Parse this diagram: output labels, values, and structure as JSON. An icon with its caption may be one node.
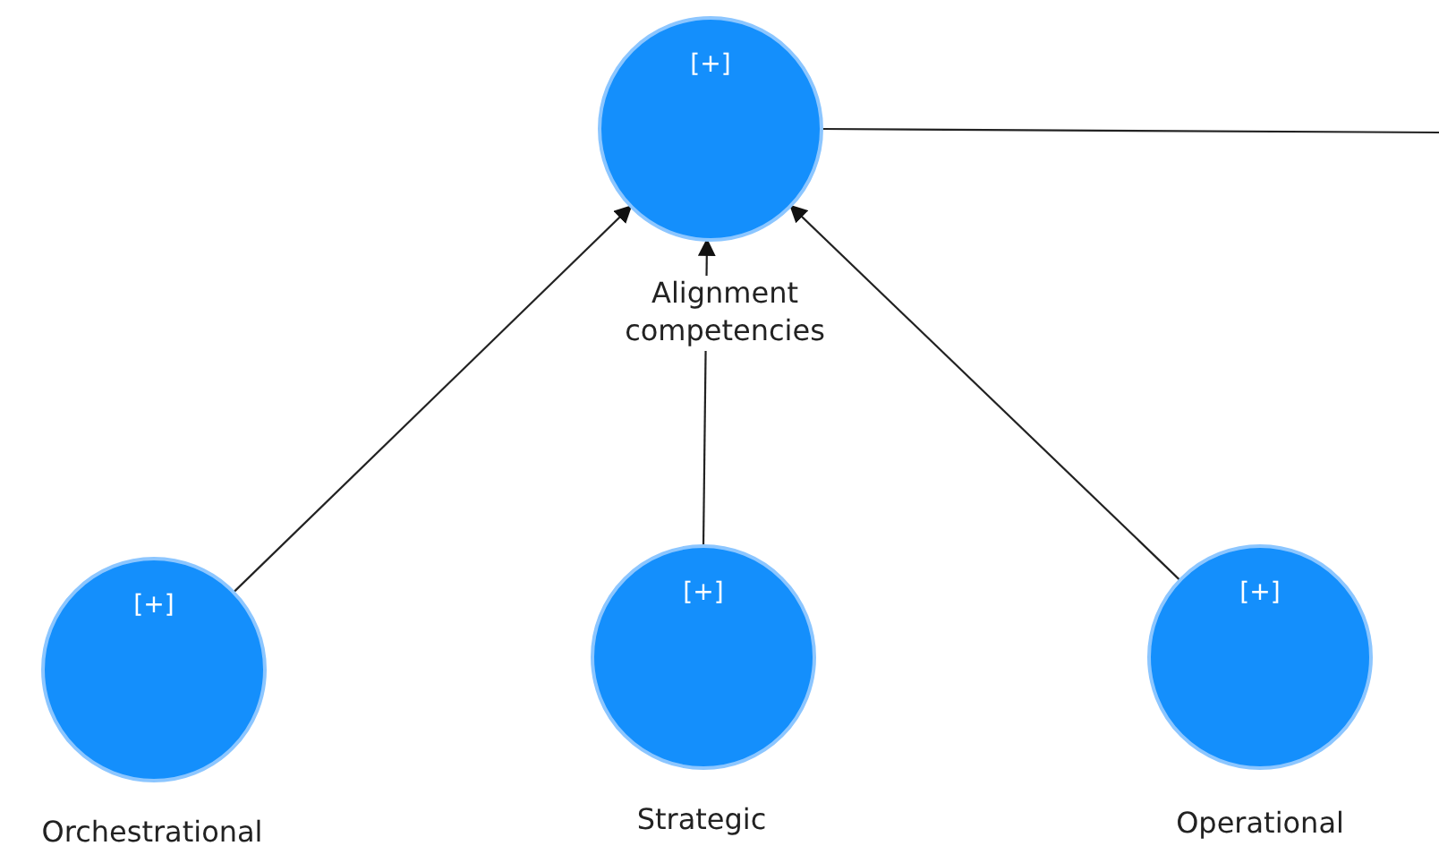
{
  "diagram": {
    "nodes": [
      {
        "text": [
          "[+]",
          "Alignment competencies"
        ]
      },
      {
        "text": [
          "[+]",
          "Orchestrational"
        ]
      },
      {
        "text": [
          "[+]",
          "Strategic"
        ]
      },
      {
        "text": [
          "[+]",
          "Operational"
        ]
      }
    ],
    "edges": [
      {
        "from": 1,
        "to": 0,
        "arrow": "to"
      },
      {
        "from": 2,
        "to": 0,
        "arrow": "to"
      },
      {
        "from": 3,
        "to": 0,
        "arrow": "to"
      },
      {
        "from": 0,
        "to": null,
        "arrow": "none"
      }
    ]
  }
}
